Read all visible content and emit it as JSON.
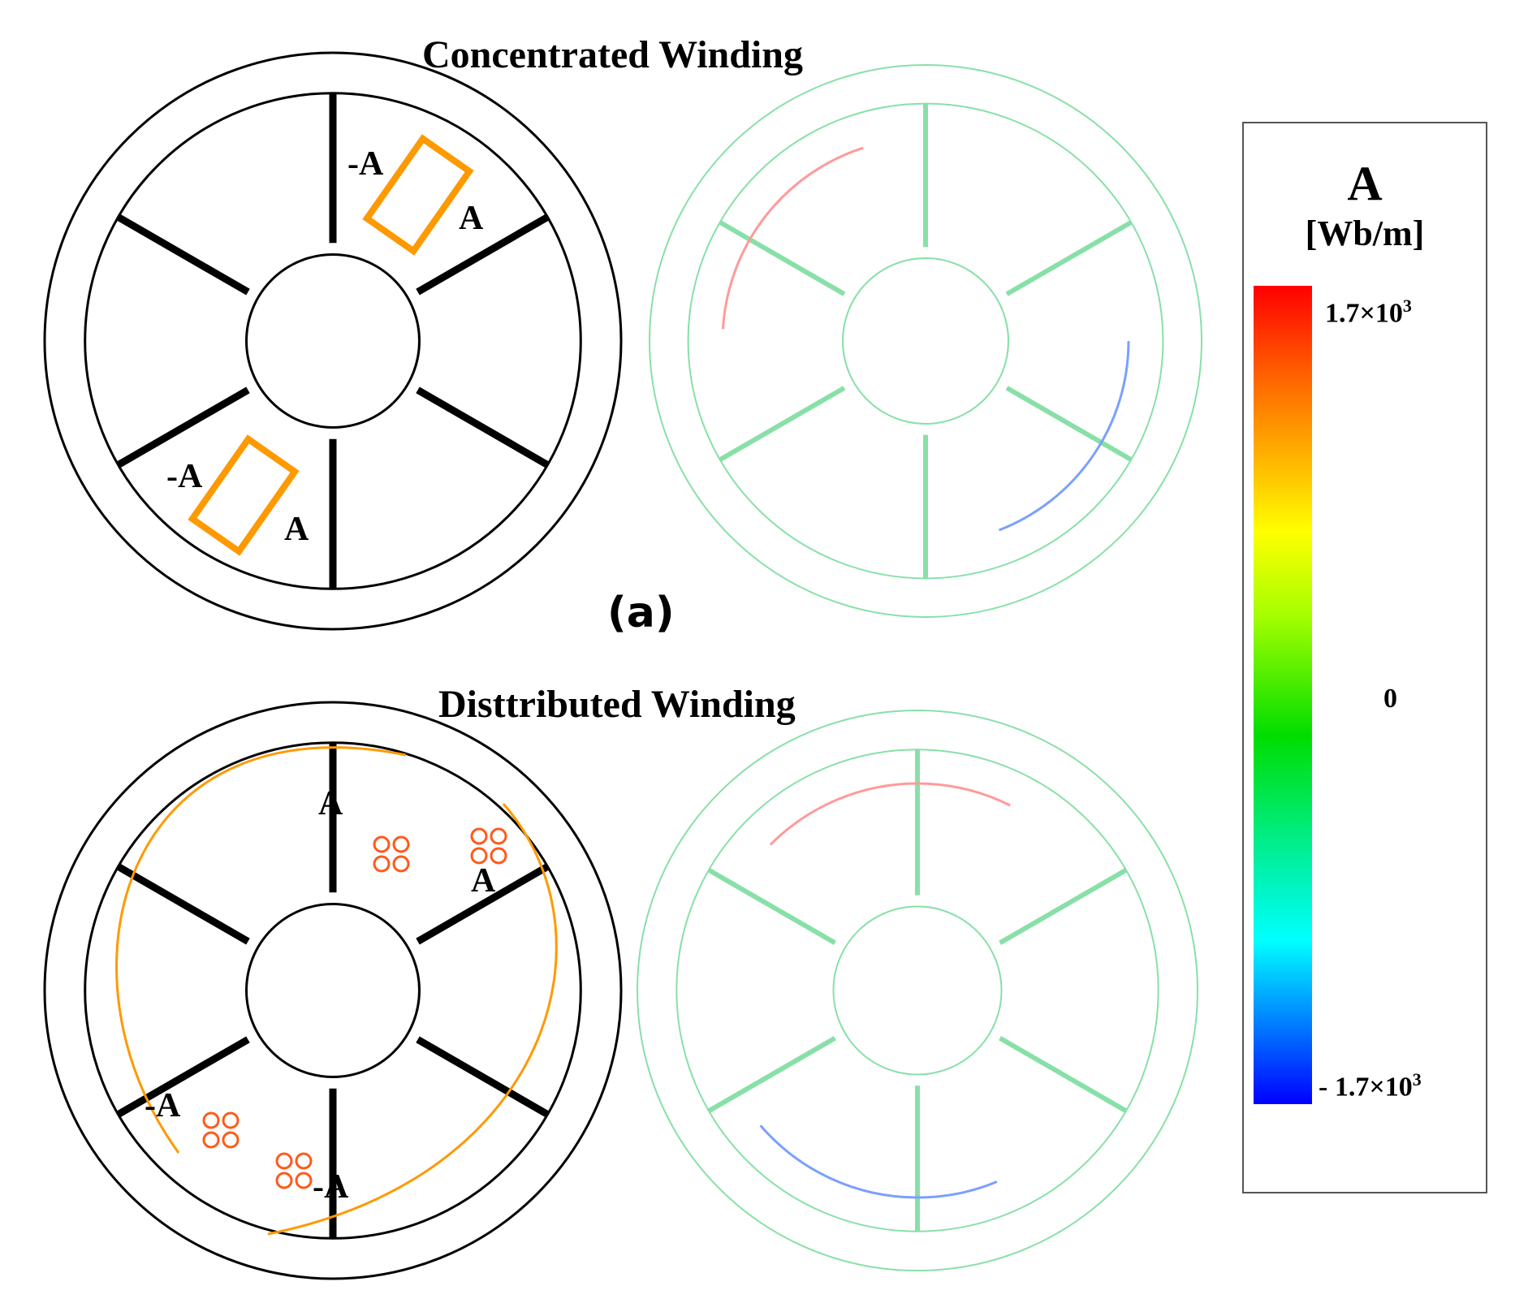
{
  "figure": {
    "top_title": "Concentrated Winding",
    "bottom_title": "Disttributed Winding",
    "subfigure_label": "(a)"
  },
  "winding_labels": {
    "concentrated": [
      "-A",
      "A",
      "-A",
      "A"
    ],
    "distributed": [
      "A",
      "A",
      "-A",
      "-A"
    ]
  },
  "legend": {
    "quantity": "A",
    "unit": "[Wb/m]",
    "max_label": "1.7×10",
    "max_exp": "3",
    "mid_label": "0",
    "min_label": "- 1.7×10",
    "min_exp": "3",
    "colors": [
      "#ff0000",
      "#ff6a00",
      "#ffff00",
      "#00dd00",
      "#00ffff",
      "#0000ff"
    ]
  },
  "colors": {
    "outline": "#000000",
    "coil": "#ff9900",
    "conductor": "#ff5a1a",
    "flux_blue": "#7aa0ff",
    "flux_green": "#88e0a8",
    "flux_red": "#ff9a9a"
  }
}
